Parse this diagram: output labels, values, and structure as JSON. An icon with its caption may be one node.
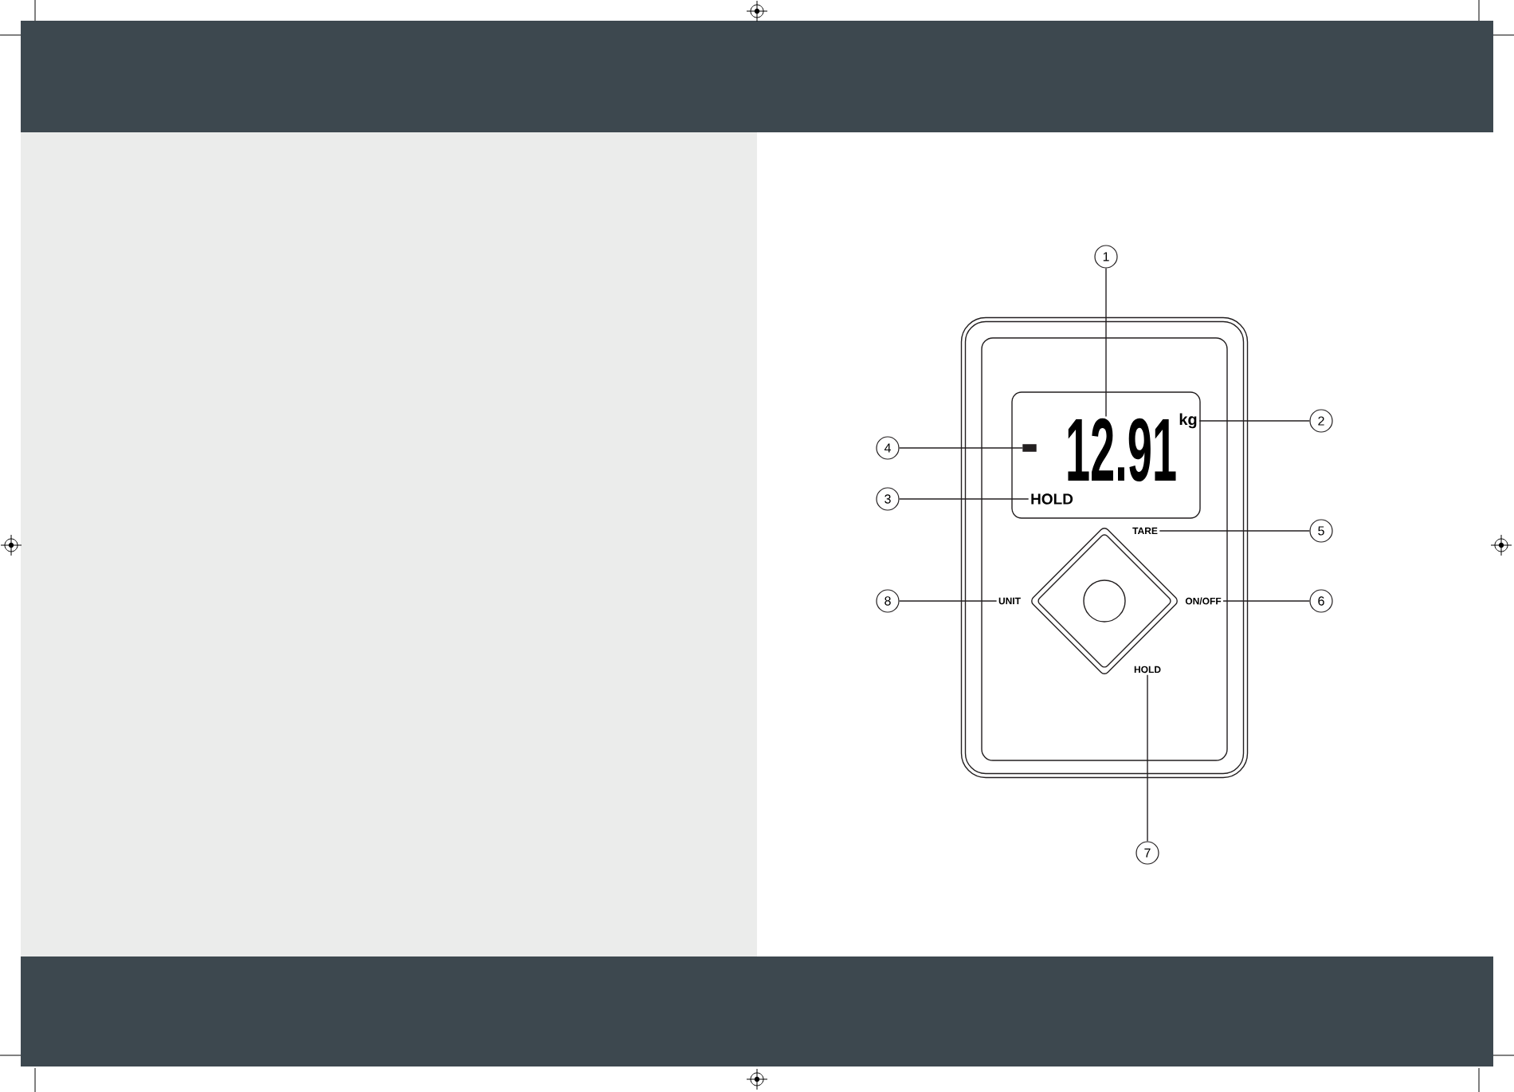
{
  "diagram": {
    "nodes": [
      {
        "text": [
          "1"
        ]
      },
      {
        "text": [],
        "shape": "box"
      },
      {
        "text": [],
        "shape": "box",
        "in": 1
      },
      {
        "text": [],
        "shape": "bar",
        "in": 2
      },
      {
        "text": [
          "12.91"
        ],
        "in": 2
      },
      {
        "text": [
          "kg"
        ],
        "in": 2
      },
      {
        "text": [
          "HOLD"
        ],
        "in": 2
      },
      {
        "text": [
          "2"
        ]
      },
      {
        "text": [
          "4"
        ]
      },
      {
        "text": [
          "3"
        ]
      },
      {
        "text": [
          "TARE"
        ],
        "in": 1
      },
      {
        "text": [
          "5"
        ]
      },
      {
        "text": [],
        "shape": "diamond",
        "in": 1
      },
      {
        "text": [],
        "shape": "circle",
        "in": 12
      },
      {
        "text": [
          "8"
        ]
      },
      {
        "text": [
          "UNIT"
        ],
        "in": 1
      },
      {
        "text": [
          "ON/OFF"
        ],
        "in": 1
      },
      {
        "text": [
          "6"
        ]
      },
      {
        "text": [
          "HOLD"
        ],
        "in": 1
      },
      {
        "text": [
          "7"
        ]
      }
    ],
    "edges": [
      {
        "from": 0,
        "to": 4,
        "arrow": "none"
      },
      {
        "from": 7,
        "to": 5,
        "arrow": "none"
      },
      {
        "from": 8,
        "to": 3,
        "arrow": "none"
      },
      {
        "from": 9,
        "to": 6,
        "arrow": "none"
      },
      {
        "from": 11,
        "to": 10,
        "arrow": "none"
      },
      {
        "from": 17,
        "to": 16,
        "arrow": "none"
      },
      {
        "from": 19,
        "to": 18,
        "arrow": "none"
      },
      {
        "from": 14,
        "to": 15,
        "arrow": "none"
      }
    ]
  }
}
